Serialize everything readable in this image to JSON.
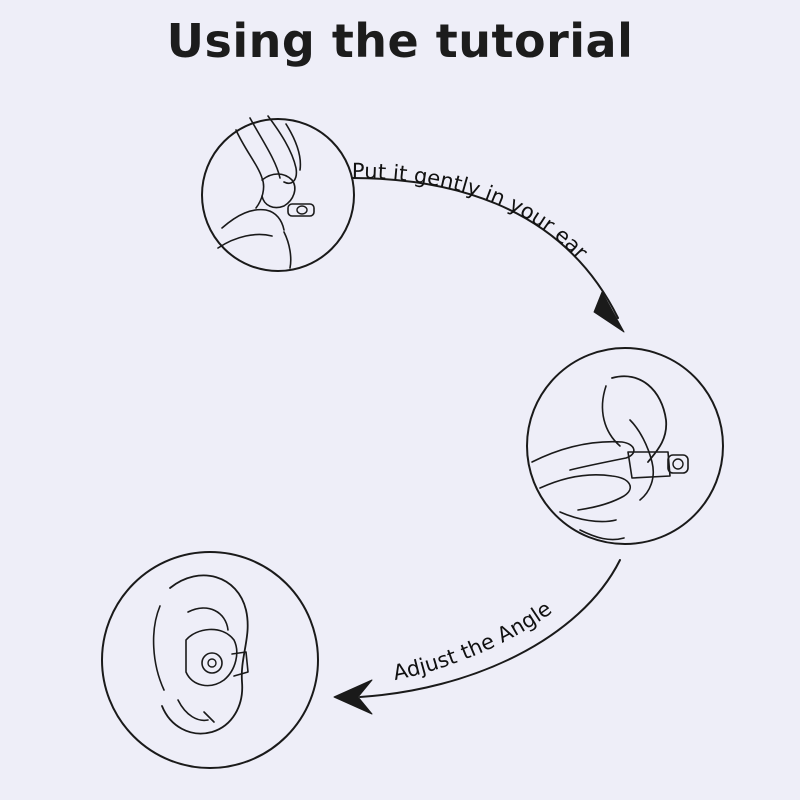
{
  "title": "Using the tutorial",
  "steps": [
    {
      "id": "step-1",
      "caption": "Put it gently in your ear",
      "illustration": "hand-holding-earplug"
    },
    {
      "id": "step-2",
      "caption": "",
      "illustration": "fingers-inserting-earplug-into-ear"
    },
    {
      "id": "step-3",
      "caption": "",
      "illustration": "earplug-seated-in-ear"
    }
  ],
  "transitions": [
    {
      "from": "step-1",
      "to": "step-2",
      "label": "Put it gently in your ear"
    },
    {
      "from": "step-2",
      "to": "step-3",
      "label": "Adjust the Angle"
    }
  ],
  "colors": {
    "background": "#eeeef8",
    "ink": "#1a1a1a"
  }
}
